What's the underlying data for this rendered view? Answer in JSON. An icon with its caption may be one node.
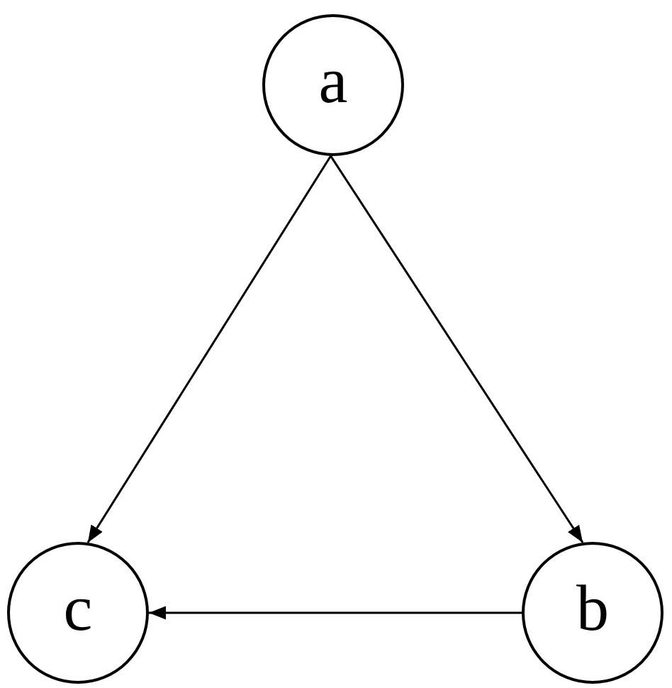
{
  "diagram": {
    "nodes": [
      {
        "text": [
          "a"
        ]
      },
      {
        "text": [
          "c"
        ]
      },
      {
        "text": [
          "b"
        ]
      }
    ],
    "edges": [
      {
        "from": 0,
        "to": 1,
        "arrow": "to"
      },
      {
        "from": 0,
        "to": 2,
        "arrow": "to"
      },
      {
        "from": 2,
        "to": 1,
        "arrow": "to"
      }
    ]
  }
}
